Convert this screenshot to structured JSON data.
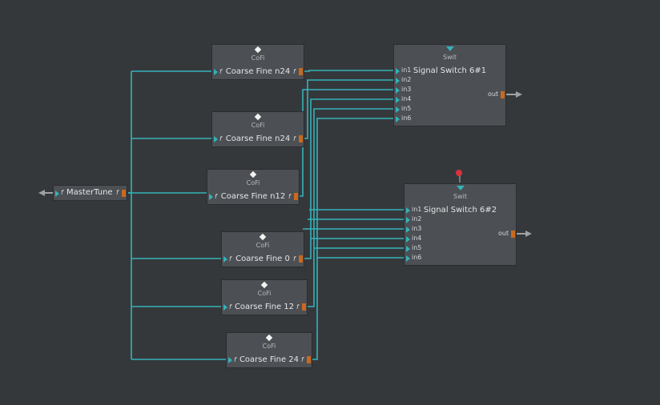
{
  "nodes": {
    "cofi1": {
      "type": "CoFi",
      "title": "Coarse Fine n24",
      "in_label": "f",
      "out_label": "f"
    },
    "cofi2": {
      "type": "CoFi",
      "title": "Coarse Fine n24",
      "in_label": "f",
      "out_label": "f"
    },
    "cofi3": {
      "type": "CoFi",
      "title": "Coarse Fine n12",
      "in_label": "f",
      "out_label": "f"
    },
    "cofi4": {
      "type": "CoFi",
      "title": "Coarse Fine 0",
      "in_label": "f",
      "out_label": "f"
    },
    "cofi5": {
      "type": "CoFi",
      "title": "Coarse Fine 12",
      "in_label": "f",
      "out_label": "f"
    },
    "cofi6": {
      "type": "CoFi",
      "title": "Coarse Fine 24",
      "in_label": "f",
      "out_label": "f"
    },
    "master": {
      "title": "MasterTune",
      "in_label": "f",
      "out_label": "f"
    },
    "switch1": {
      "type": "Swit",
      "title": "Signal Switch 6#1",
      "inputs": [
        "in1",
        "in2",
        "in3",
        "in4",
        "in5",
        "in6"
      ],
      "out_label": "out"
    },
    "switch2": {
      "type": "Swit",
      "title": "Signal Switch 6#2",
      "inputs": [
        "in1",
        "in2",
        "in3",
        "in4",
        "in5",
        "in6"
      ],
      "out_label": "out"
    }
  },
  "colors": {
    "background": "#35383b",
    "node": "#4c4f53",
    "wire": "#34b2b9",
    "out_port": "#c9691d",
    "pin": "#d8323c"
  }
}
